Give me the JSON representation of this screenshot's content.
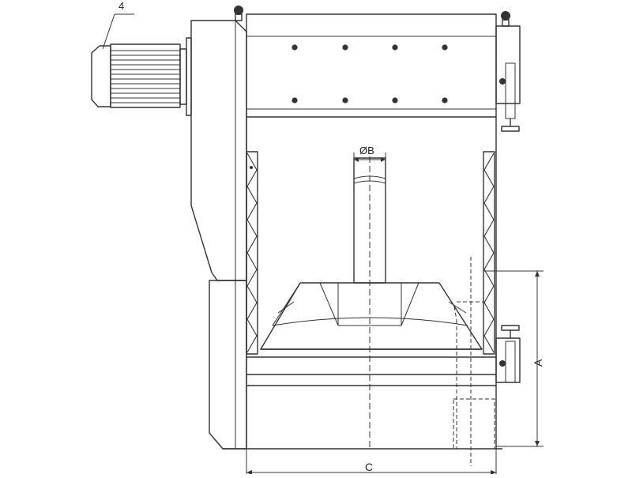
{
  "diagram": {
    "callouts": {
      "motor_number": "4"
    },
    "dimensions": {
      "diameter_label": "ØB",
      "height_label": "A",
      "width_label": "C"
    },
    "colors": {
      "line": "#333333",
      "background": "#ffffff"
    }
  }
}
